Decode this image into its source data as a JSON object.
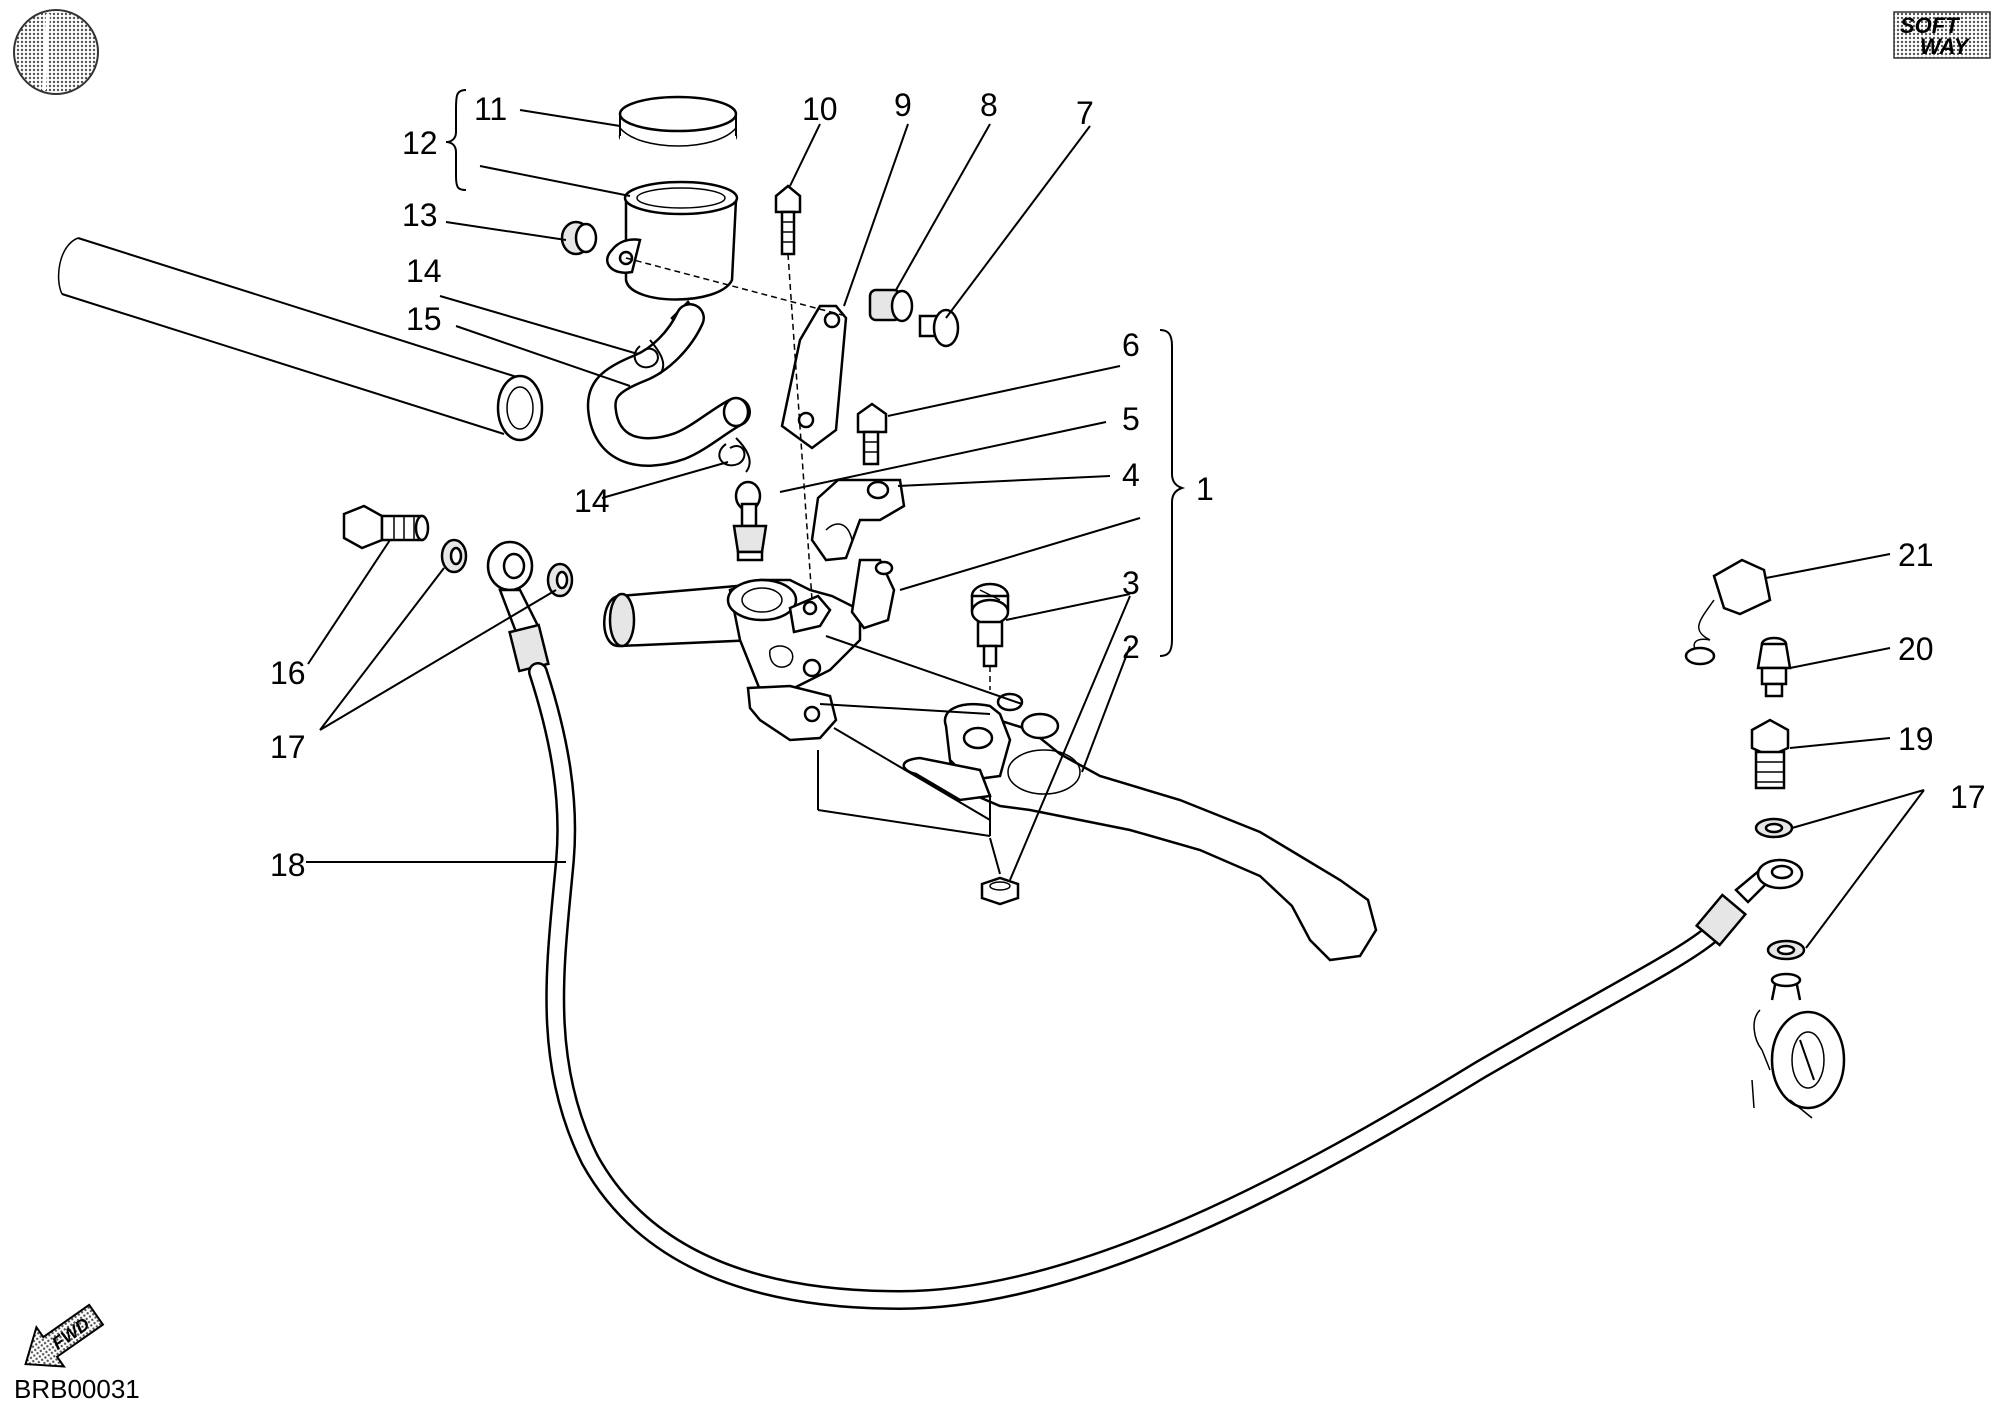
{
  "drawing_code": "BRB00031",
  "logo": {
    "line1": "SOFT",
    "line2": "WAY"
  },
  "fwd_label": "FWD",
  "callouts": [
    "1",
    "2",
    "3",
    "4",
    "5",
    "6",
    "7",
    "8",
    "9",
    "10",
    "11",
    "12",
    "13",
    "14",
    "14",
    "15",
    "16",
    "17",
    "17",
    "18",
    "19",
    "20",
    "21"
  ]
}
